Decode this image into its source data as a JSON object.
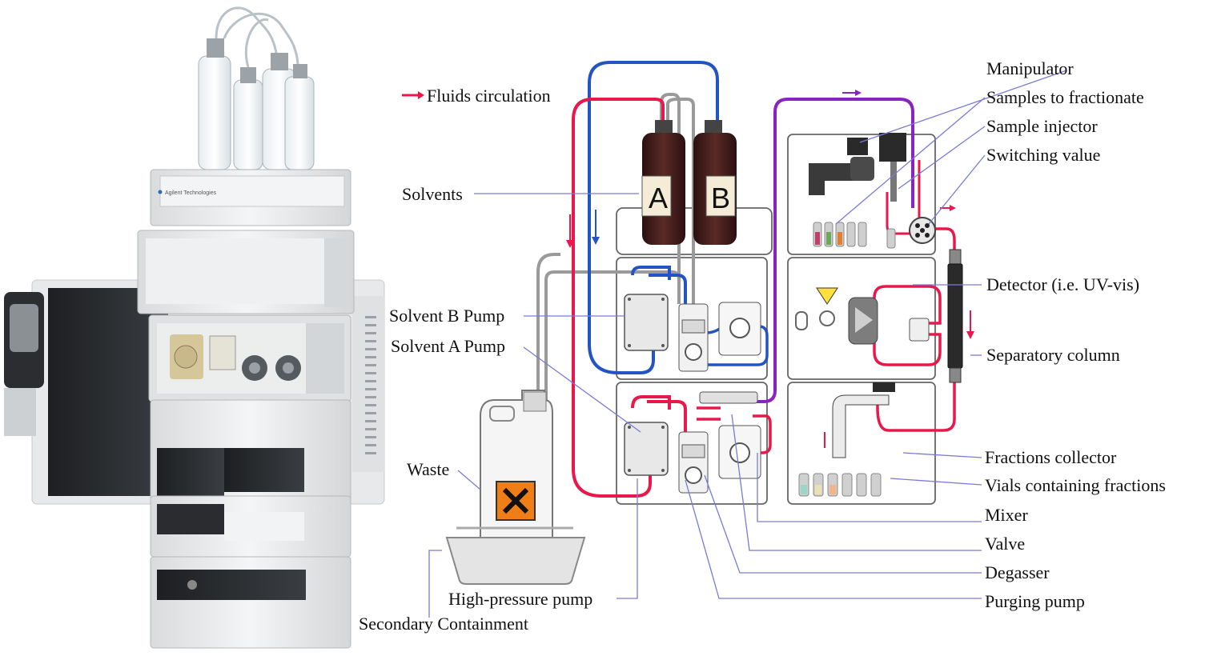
{
  "legend": {
    "fluids_circulation": "Fluids circulation"
  },
  "left_labels": {
    "solvents": "Solvents",
    "solvent_b_pump": "Solvent B Pump",
    "solvent_a_pump": "Solvent A Pump",
    "waste": "Waste",
    "high_pressure_pump": "High-pressure pump",
    "secondary_containment": "Secondary Containment"
  },
  "right_labels": {
    "manipulator": "Manipulator",
    "samples_to_fractionate": "Samples to fractionate",
    "sample_injector": "Sample injector",
    "switching_value": "Switching value",
    "detector": "Detector (i.e. UV-vis)",
    "separatory_column": "Separatory column",
    "fractions_collector": "Fractions collector",
    "vials_containing_fractions": "Vials containing fractions",
    "mixer": "Mixer",
    "valve": "Valve",
    "degasser": "Degasser",
    "purging_pump": "Purging pump"
  },
  "bottles": {
    "a": "A",
    "b": "B"
  },
  "instrument_brand": "Agilent Technologies",
  "colors": {
    "fluid_red": "#e8194a",
    "fluid_blue": "#2454c4",
    "fluid_purple": "#8a24c0",
    "leader_line": "#7a7ad8",
    "module_border": "#666666",
    "hazard_orange": "#f07e16"
  }
}
